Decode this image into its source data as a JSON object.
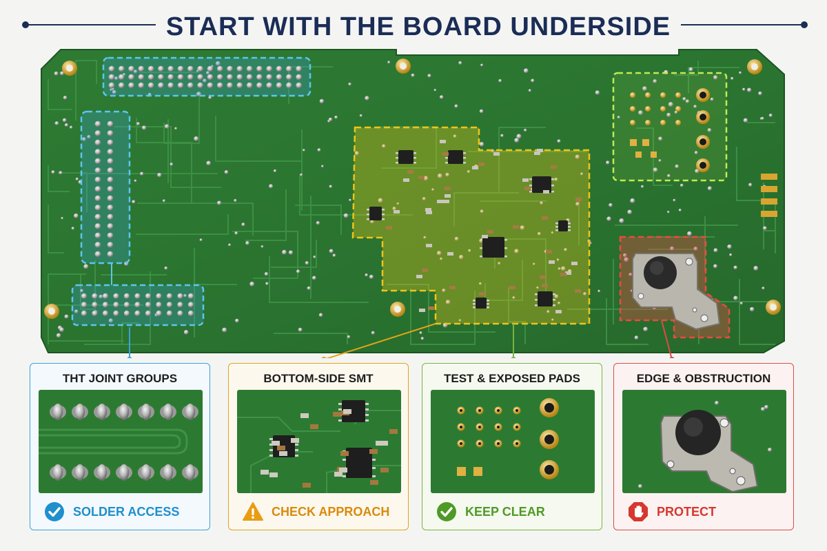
{
  "title": "START WITH THE BOARD UNDERSIDE",
  "colors": {
    "navy": "#1b2d56",
    "board": "#2f7d35",
    "tht": "#3aa3d6",
    "smt": "#e3a21a",
    "test": "#a6d64a",
    "edge": "#de4b46"
  },
  "cards": [
    {
      "title": "THT JOINT GROUPS",
      "label": "SOLDER ACCESS",
      "icon": "check-circle-icon"
    },
    {
      "title": "BOTTOM-SIDE SMT",
      "label": "CHECK APPROACH",
      "icon": "warning-triangle-icon"
    },
    {
      "title": "TEST & EXPOSED PADS",
      "label": "KEEP CLEAR",
      "icon": "check-circle-icon"
    },
    {
      "title": "EDGE & OBSTRUCTION",
      "label": "PROTECT",
      "icon": "stop-hand-icon"
    }
  ]
}
